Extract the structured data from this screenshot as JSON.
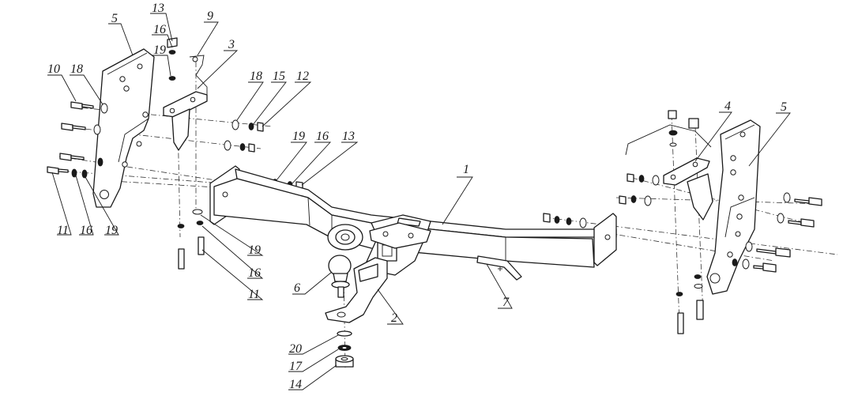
{
  "diagram": {
    "callouts": {
      "c1": "1",
      "c2": "2",
      "c3": "3",
      "c4": "4",
      "c5_left": "5",
      "c5_right": "5",
      "c6": "6",
      "c7": "7",
      "c9": "9",
      "c10": "10",
      "c11_left": "11",
      "c11_mid": "11",
      "c12": "12",
      "c13_top": "13",
      "c13_mid": "13",
      "c14": "14",
      "c15": "15",
      "c16_top": "16",
      "c16_mid": "16",
      "c16_left": "16",
      "c16_low": "16",
      "c17": "17",
      "c18_left": "18",
      "c18_mid": "18",
      "c19_top": "19",
      "c19_mid": "19",
      "c19_left": "19",
      "c19_low": "19",
      "c20": "20"
    }
  }
}
